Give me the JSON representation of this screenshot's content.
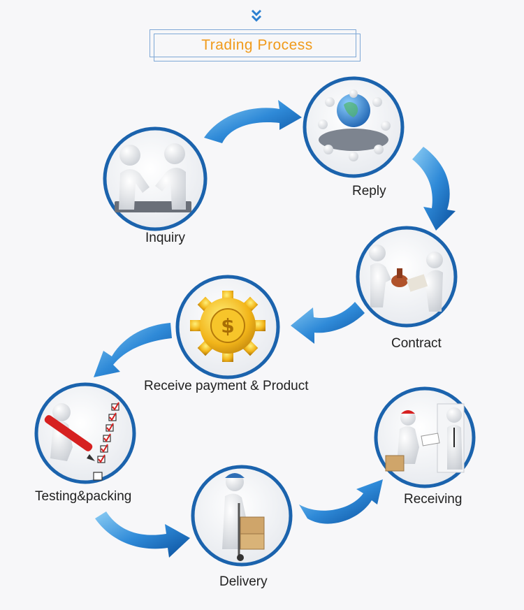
{
  "header": {
    "title": "Trading Process",
    "chevron_icon": "double-chevron-down-icon"
  },
  "colors": {
    "arrow_light": "#7dc4f0",
    "arrow_dark": "#0b5fb0",
    "circle_border": "#1b63ad",
    "title_text": "#f09a1a",
    "title_frame": "#7fa8d6"
  },
  "steps": [
    {
      "label": "Inquiry",
      "icon": "handshake-figures-icon"
    },
    {
      "label": "Reply",
      "icon": "globe-meeting-icon"
    },
    {
      "label": "Contract",
      "icon": "contract-stamp-icon"
    },
    {
      "label": "Receive payment & Product",
      "icon": "gold-gear-dollar-icon"
    },
    {
      "label": "Testing&packing",
      "icon": "checklist-pencil-icon"
    },
    {
      "label": "Delivery",
      "icon": "hand-truck-delivery-icon"
    },
    {
      "label": "Receiving",
      "icon": "courier-signature-icon"
    }
  ]
}
